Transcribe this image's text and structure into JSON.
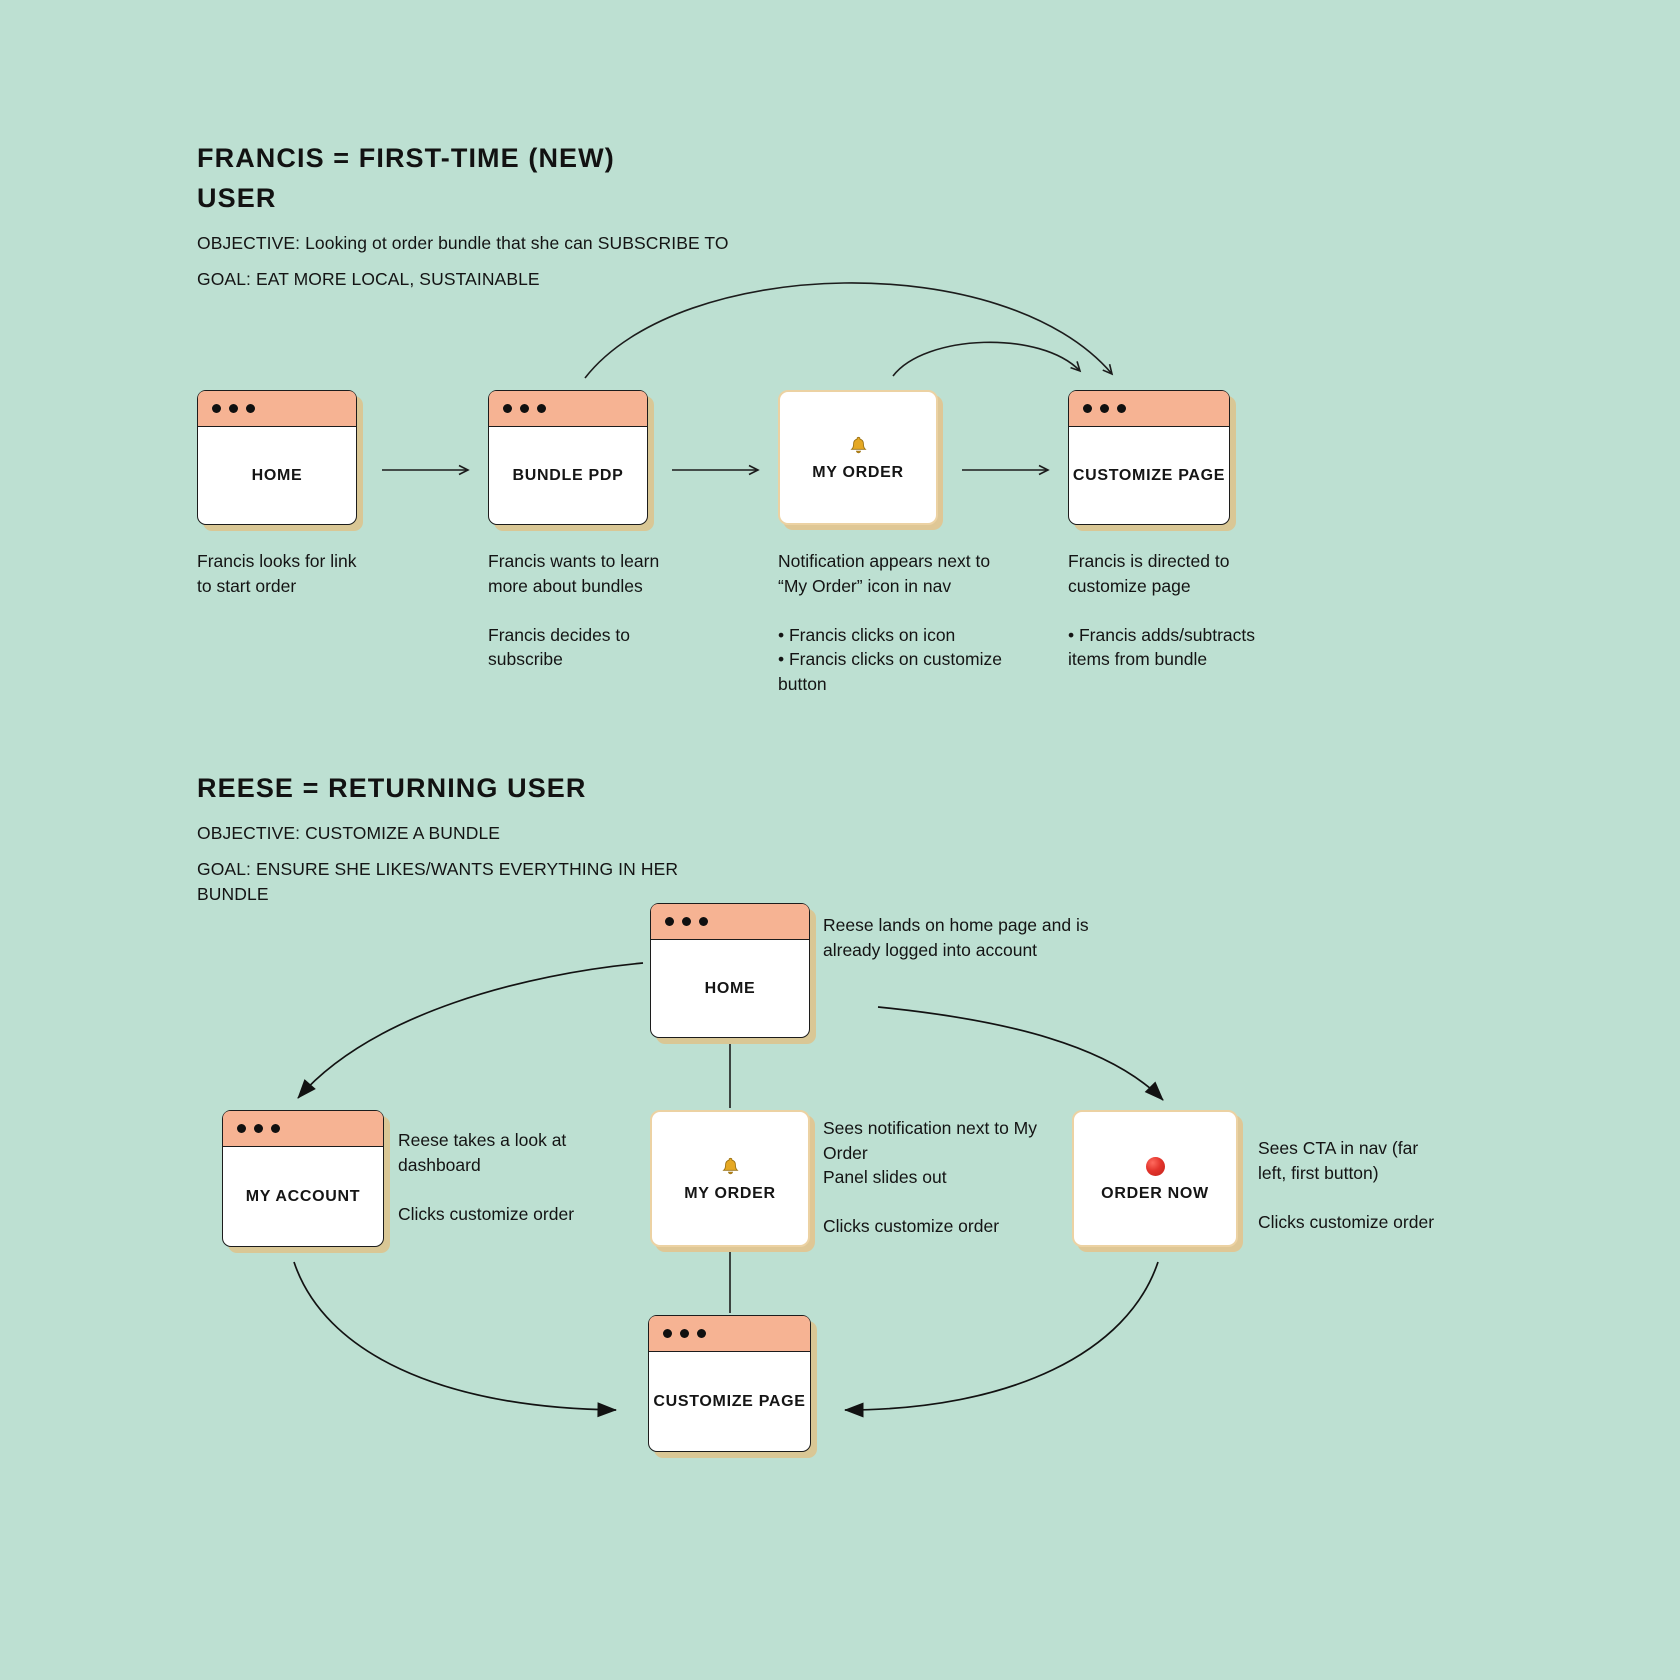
{
  "palette": {
    "background": "#BDE0D2",
    "window_titlebar": "#F6B393",
    "window_border": "#1C1C1C",
    "window_shadow": "#D9C795",
    "card_border": "#ECD2A3",
    "text": "#141414",
    "bell_gold": "#E5A823",
    "cta_red": "#E3342C"
  },
  "icons": {
    "window_controls": "window-control-dots",
    "notification": "bell-icon",
    "cta": "red-dot-icon"
  },
  "francis": {
    "title": "FRANCIS = FIRST-TIME (NEW)\nUSER",
    "objective": "OBJECTIVE: Looking ot order bundle that she can SUBSCRIBE TO",
    "goal": "GOAL: EAT MORE LOCAL, SUSTAINABLE",
    "steps": [
      {
        "label": "HOME",
        "type": "browser-window",
        "note": "Francis looks for link\nto start order"
      },
      {
        "label": "BUNDLE PDP",
        "type": "browser-window",
        "note": "Francis wants to learn\nmore about bundles\n\nFrancis decides to\nsubscribe"
      },
      {
        "label": "MY ORDER",
        "type": "card",
        "icon": "bell-icon",
        "note": "Notification appears next to\n“My Order” icon in nav\n\n• Francis clicks on icon\n• Francis clicks on customize\nbutton"
      },
      {
        "label": "CUSTOMIZE PAGE",
        "type": "browser-window",
        "note": "Francis is directed to\ncustomize page\n\n• Francis adds/subtracts\nitems from bundle"
      }
    ]
  },
  "reese": {
    "title": "REESE = RETURNING USER",
    "objective": "OBJECTIVE: CUSTOMIZE A BUNDLE",
    "goal": "GOAL: ENSURE SHE LIKES/WANTS EVERYTHING IN HER\nBUNDLE",
    "nodes": {
      "home": {
        "label": "HOME",
        "type": "browser-window",
        "note": "Reese lands on home page and is\nalready logged into account"
      },
      "my_account": {
        "label": "MY ACCOUNT",
        "type": "browser-window",
        "note": "Reese takes a look at\ndashboard\n\nClicks customize order"
      },
      "my_order": {
        "label": "MY ORDER",
        "type": "card",
        "icon": "bell-icon",
        "note": "Sees notification next to My\nOrder\nPanel slides out\n\nClicks customize order"
      },
      "order_now": {
        "label": "ORDER NOW",
        "type": "card",
        "icon": "red-dot-icon",
        "note": "Sees CTA in nav (far\nleft, first button)\n\nClicks customize order"
      },
      "customize_page": {
        "label": "CUSTOMIZE PAGE",
        "type": "browser-window"
      }
    }
  }
}
